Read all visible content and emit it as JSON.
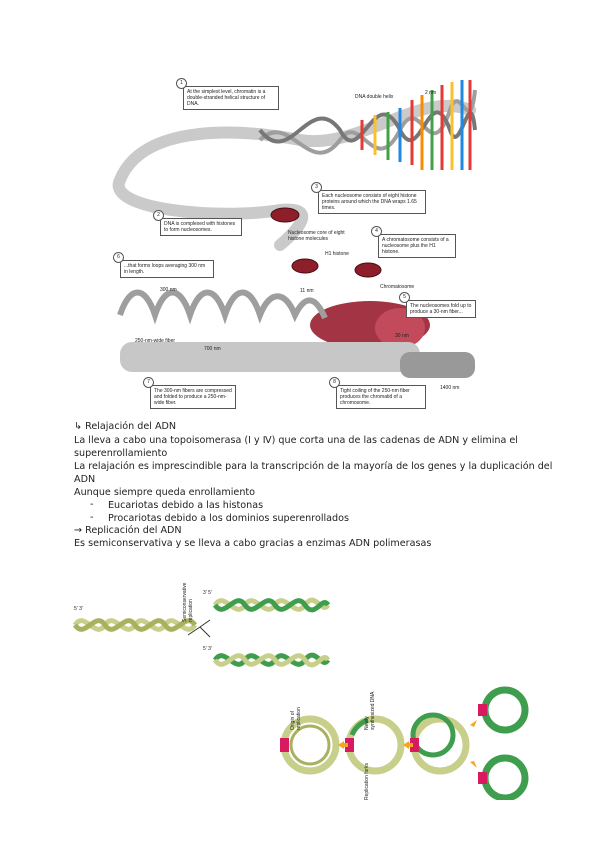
{
  "figure1": {
    "box1": "At the simplest level, chromatin is a double-stranded helical structure of DNA.",
    "box2": "DNA is complexed with histones to form nucleosomes.",
    "box3": "Each nucleosome consists of eight histone proteins around which the DNA wraps 1.65 times.",
    "box4": "A chromatosome consists of a nucleosome plus the H1 histone.",
    "box5": "The nucleosomes fold up to produce a 30-nm fiber...",
    "box6": "...that forms loops averaging 300 nm in length.",
    "box7": "The 300-nm fibers are compressed and folded to produce a 250-nm-wide fiber.",
    "box8": "Tight coiling of the 250-nm fiber produces the chromatid of a chromosome.",
    "n1": "1",
    "n2": "2",
    "n3": "3",
    "n4": "4",
    "n5": "5",
    "n6": "6",
    "n7": "7",
    "n8": "8",
    "dna_helix": "DNA double helix",
    "nm2": "2 nm",
    "nucleosome_core": "Nucleosome core of eight histone molecules",
    "h1": "H1 histone",
    "nm11": "11 nm",
    "chromatosome": "Chromatosome",
    "nm30": "30 nm",
    "nm300": "300 nm",
    "nm250_wide": "250-nm-wide fiber",
    "nm700": "700 nm",
    "nm1400": "1400 nm"
  },
  "text": {
    "heading1": "↳ Relajación del ADN",
    "p1_line1": "La lleva a cabo una topoisomerasa (Ⅰ y Ⅳ) que corta una de las cadenas de ADN y elimina el",
    "p1_line2": "superenrollamiento",
    "p2_line1": "La relajación es imprescindible para la transcripción de la mayoría de los genes y la duplicación del",
    "p2_line2": "ADN",
    "p3": "Aunque siempre queda enrollamiento",
    "bullet1": "Eucariotas debido a las histonas",
    "bullet2": "Procariotas debido a los dominios superenrollados",
    "heading2": "→ Replicación del ADN",
    "p4": "Es semiconservativa y se lleva a cabo gracias a enzimas ADN polimerasas"
  },
  "figure2": {
    "semi_label": "Semiconservative replication",
    "end_a": "5' 3'",
    "end_b": "3' 5'"
  },
  "figure3": {
    "origin": "Origin of replication",
    "newly": "Newly synthesized DNA",
    "forks": "Replication forks"
  }
}
